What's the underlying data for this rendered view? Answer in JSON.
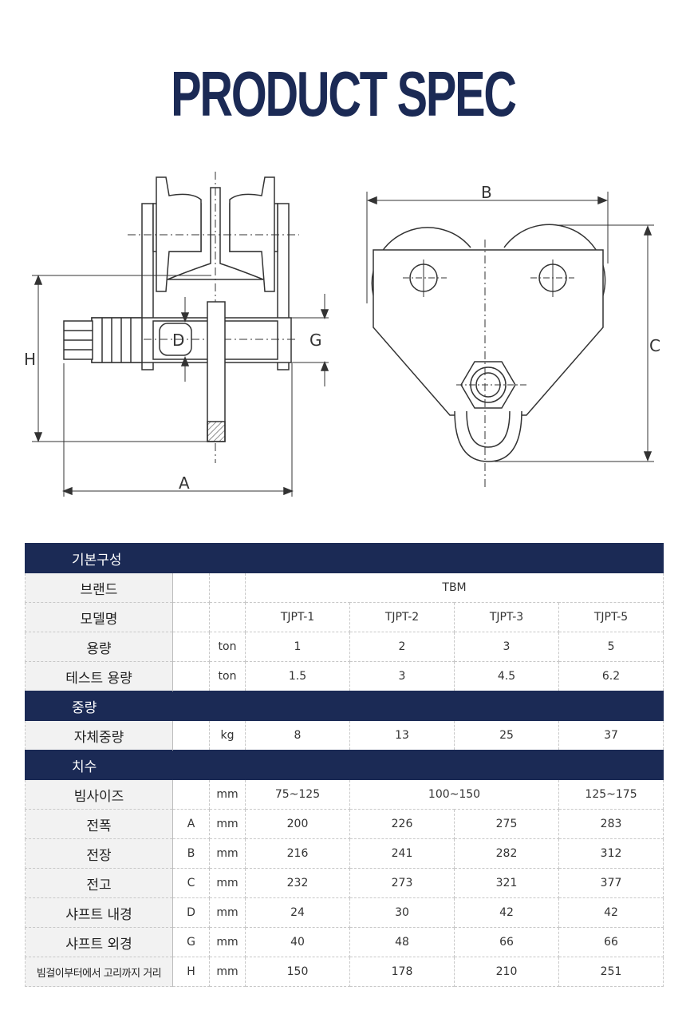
{
  "title": "PRODUCT SPEC",
  "diagram": {
    "labels": {
      "A": "A",
      "B": "B",
      "C": "C",
      "D": "D",
      "G": "G",
      "H": "H"
    }
  },
  "table": {
    "sections": {
      "basic": "기본구성",
      "weight": "중량",
      "dims": "치수"
    },
    "brand": {
      "label": "브랜드",
      "value": "TBM"
    },
    "model": {
      "label": "모델명",
      "values": [
        "TJPT-1",
        "TJPT-2",
        "TJPT-3",
        "TJPT-5"
      ]
    },
    "capacity": {
      "label": "용량",
      "unit": "ton",
      "values": [
        "1",
        "2",
        "3",
        "5"
      ]
    },
    "test_capacity": {
      "label": "테스트 용량",
      "unit": "ton",
      "values": [
        "1.5",
        "3",
        "4.5",
        "6.2"
      ]
    },
    "self_weight": {
      "label": "자체중량",
      "unit": "kg",
      "values": [
        "8",
        "13",
        "25",
        "37"
      ]
    },
    "beam_size": {
      "label": "빔사이즈",
      "unit": "mm",
      "values": [
        "75~125",
        "100~150",
        "125~175"
      ]
    },
    "width": {
      "label": "전폭",
      "sym": "A",
      "unit": "mm",
      "values": [
        "200",
        "226",
        "275",
        "283"
      ]
    },
    "length": {
      "label": "전장",
      "sym": "B",
      "unit": "mm",
      "values": [
        "216",
        "241",
        "282",
        "312"
      ]
    },
    "height": {
      "label": "전고",
      "sym": "C",
      "unit": "mm",
      "values": [
        "232",
        "273",
        "321",
        "377"
      ]
    },
    "shaft_inner": {
      "label": "샤프트 내경",
      "sym": "D",
      "unit": "mm",
      "values": [
        "24",
        "30",
        "42",
        "42"
      ]
    },
    "shaft_outer": {
      "label": "샤프트 외경",
      "sym": "G",
      "unit": "mm",
      "values": [
        "40",
        "48",
        "66",
        "66"
      ]
    },
    "beam_to_ring": {
      "label": "빔걸이부터에서 고리까지 거리",
      "sym": "H",
      "unit": "mm",
      "values": [
        "150",
        "178",
        "210",
        "251"
      ]
    }
  }
}
